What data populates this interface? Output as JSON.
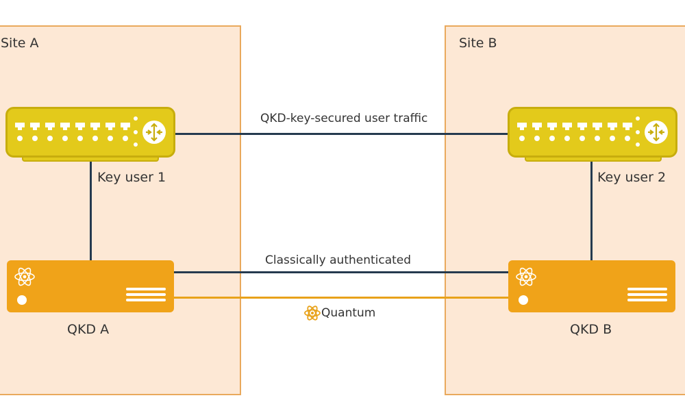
{
  "sites": {
    "a": {
      "label": "Site A"
    },
    "b": {
      "label": "Site B"
    }
  },
  "devices": {
    "key_user_1": {
      "label": "Key user 1"
    },
    "key_user_2": {
      "label": "Key user 2"
    },
    "qkd_a": {
      "label": "QKD A"
    },
    "qkd_b": {
      "label": "QKD B"
    }
  },
  "links": {
    "user_traffic": {
      "label": "QKD-key-secured user traffic"
    },
    "classical": {
      "label": "Classically authenticated"
    },
    "quantum": {
      "label": "Quantum"
    }
  },
  "colors": {
    "site_fill": "#fde8d5",
    "site_border": "#e9a95c",
    "router": "#e3ca1b",
    "server": "#f0a319",
    "dark_link": "#253a4f",
    "quantum_link": "#e8a21a"
  },
  "icons": {
    "router": "router-icon",
    "server": "qkd-server-icon",
    "atom": "atom-icon"
  }
}
